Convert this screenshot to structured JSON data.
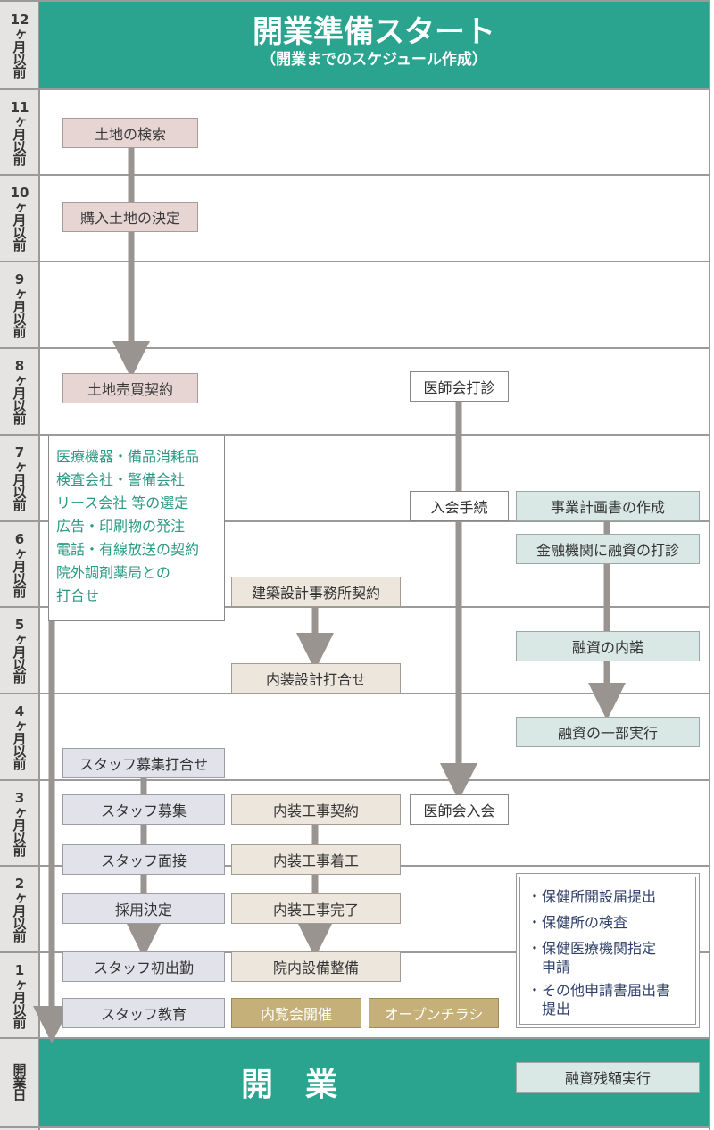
{
  "header": {
    "title": "開業準備スタート",
    "subtitle": "（開業までのスケジュール作成）"
  },
  "months": [
    {
      "num": "12",
      "chars": "ヶ月以前"
    },
    {
      "num": "11",
      "chars": "ヶ月以前"
    },
    {
      "num": "10",
      "chars": "ヶ月以前"
    },
    {
      "num": "9",
      "chars": "ヶ月以前"
    },
    {
      "num": "8",
      "chars": "ヶ月以前"
    },
    {
      "num": "7",
      "chars": "ヶ月以前"
    },
    {
      "num": "6",
      "chars": "ヶ月以前"
    },
    {
      "num": "5",
      "chars": "ヶ月以前"
    },
    {
      "num": "4",
      "chars": "ヶ月以前"
    },
    {
      "num": "3",
      "chars": "ヶ月以前"
    },
    {
      "num": "2",
      "chars": "ヶ月以前"
    },
    {
      "num": "1",
      "chars": "ヶ月以前"
    }
  ],
  "opening_label": "開業日",
  "opening_banner": "開　業",
  "land": [
    "土地の検索",
    "購入土地の決定",
    "土地売買契約"
  ],
  "medical": [
    "医師会打診",
    "入会手続",
    "医師会入会"
  ],
  "finance": [
    "事業計画書の作成",
    "金融機関に融資の打診",
    "融資の内諾",
    "融資の一部実行",
    "融資残額実行"
  ],
  "equipment_list": [
    "医療機器・備品消耗品",
    "検査会社・警備会社",
    "リース会社 等の選定",
    "広告・印刷物の発注",
    "電話・有線放送の契約",
    "院外調剤薬局との",
    "打合せ"
  ],
  "design": [
    "建築設計事務所契約",
    "内装設計打合せ"
  ],
  "staff": [
    "スタッフ募集打合せ",
    "スタッフ募集",
    "スタッフ面接",
    "採用決定",
    "スタッフ初出勤",
    "スタッフ教育"
  ],
  "interior": [
    "内装工事契約",
    "内装工事着工",
    "内装工事完了",
    "院内設備整備"
  ],
  "events": [
    "内覧会開催",
    "オープンチラシ"
  ],
  "applications": [
    "・保健所開設届提出",
    "・保健所の検査",
    "・保健医療機関指定",
    "　申請",
    "・その他申請書届出書",
    "　提出"
  ],
  "colors": {
    "banner": "#2aa48e",
    "teal_text": "#2a9a84",
    "navy_text": "#2e3f6a",
    "arrow": "#999490"
  }
}
